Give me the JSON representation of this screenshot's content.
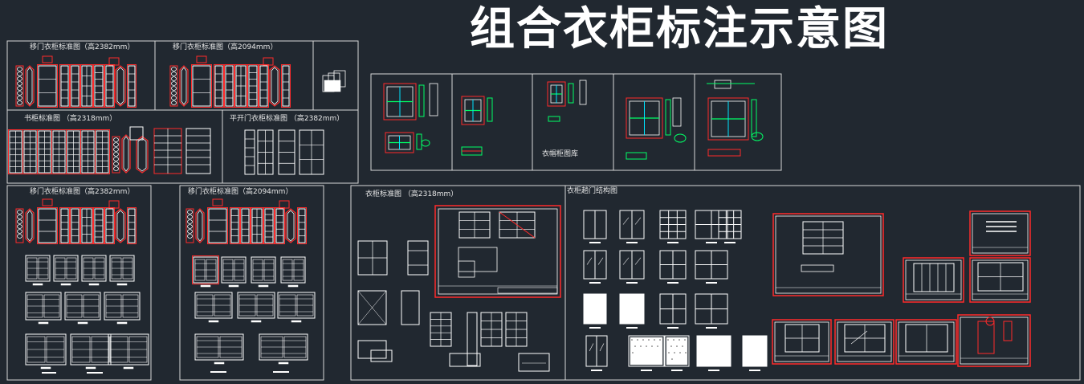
{
  "title": "组合衣柜标注示意图",
  "colors": {
    "background": "#212830",
    "line": "#ffffff",
    "red": "#ff2a2a",
    "green": "#00ff66",
    "cyan": "#00e5ff",
    "yellow": "#ffe000"
  },
  "labels": {
    "sliding_2382_top": "移门衣柜标准图（高2382mm）",
    "sliding_2094_top": "移门衣柜标准图（高2094mm）",
    "bookcase": "书柜标准图 （高2318mm）",
    "hinged_2382": "平开门衣柜标准图 （高2382mm）",
    "wardrobe_library": "衣帽柜图库",
    "sliding_2382_bottom": "移门衣柜标准图（高2382mm）",
    "sliding_2094_bottom": "移门衣柜标准图（高2094mm）",
    "wardrobe_2318": "衣柜标准图 （高2318mm）",
    "door_structure": "衣柜趟门结构图"
  }
}
